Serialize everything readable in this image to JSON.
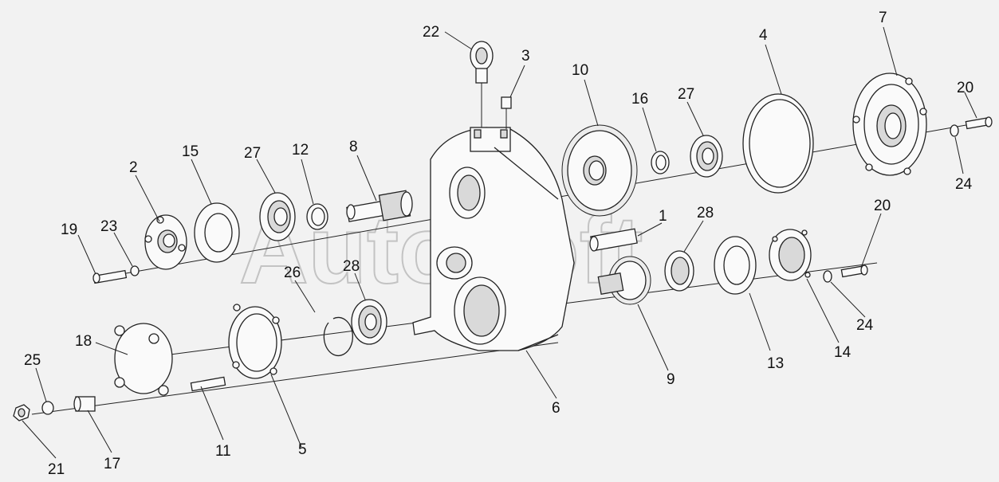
{
  "diagram": {
    "watermark": "AutoSoft",
    "callouts": [
      "1",
      "2",
      "3",
      "4",
      "5",
      "6",
      "7",
      "8",
      "9",
      "10",
      "11",
      "12",
      "13",
      "14",
      "15",
      "16",
      "17",
      "18",
      "19",
      "20",
      "20",
      "21",
      "22",
      "23",
      "24",
      "24",
      "25",
      "26",
      "27",
      "27",
      "28",
      "28"
    ]
  }
}
